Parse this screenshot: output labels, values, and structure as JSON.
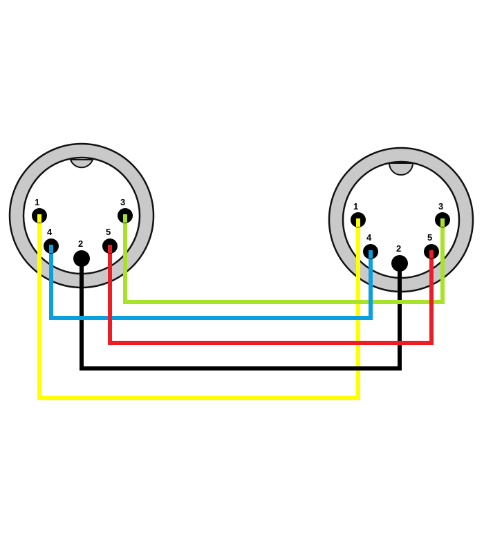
{
  "colors": {
    "background": "#ffffff",
    "connector_ring": "#c9c9c9",
    "connector_outline": "#111111",
    "pin": "#000000",
    "wire_1": "#ffff00",
    "wire_2": "#000000",
    "wire_3": "#a8e32a",
    "wire_4": "#0aa0e0",
    "wire_5": "#ee1c24"
  },
  "left_connector": {
    "pins": {
      "p1": "1",
      "p2": "2",
      "p3": "3",
      "p4": "4",
      "p5": "5"
    }
  },
  "right_connector": {
    "pins": {
      "p1": "1",
      "p2": "2",
      "p3": "3",
      "p4": "4",
      "p5": "5"
    }
  },
  "wires": [
    {
      "from": "1",
      "to": "1",
      "color": "yellow"
    },
    {
      "from": "2",
      "to": "2",
      "color": "black"
    },
    {
      "from": "3",
      "to": "3",
      "color": "green"
    },
    {
      "from": "4",
      "to": "4",
      "color": "blue"
    },
    {
      "from": "5",
      "to": "5",
      "color": "red"
    }
  ]
}
